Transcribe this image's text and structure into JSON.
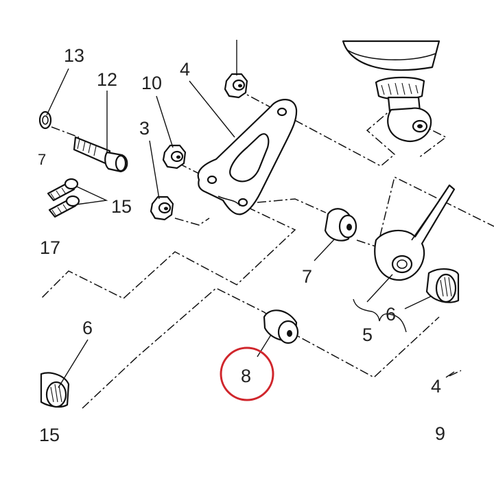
{
  "callouts": [
    {
      "id": "c13a",
      "text": "13"
    },
    {
      "id": "c12",
      "text": "12"
    },
    {
      "id": "c10",
      "text": "10"
    },
    {
      "id": "c4a",
      "text": "4"
    },
    {
      "id": "c3",
      "text": "3"
    },
    {
      "id": "c7a",
      "text": "7"
    },
    {
      "id": "c15a",
      "text": "15"
    },
    {
      "id": "c17",
      "text": "17"
    },
    {
      "id": "c7b",
      "text": "7"
    },
    {
      "id": "c6a",
      "text": "6"
    },
    {
      "id": "c5",
      "text": "5"
    },
    {
      "id": "c6b",
      "text": "6"
    },
    {
      "id": "c8",
      "text": "8"
    },
    {
      "id": "c4b",
      "text": "4"
    },
    {
      "id": "c15b",
      "text": "15"
    },
    {
      "id": "c9",
      "text": "9"
    }
  ],
  "highlight": {
    "color": "#d0262c",
    "target": "8"
  },
  "colors": {
    "line": "#111111",
    "background": "#ffffff"
  }
}
